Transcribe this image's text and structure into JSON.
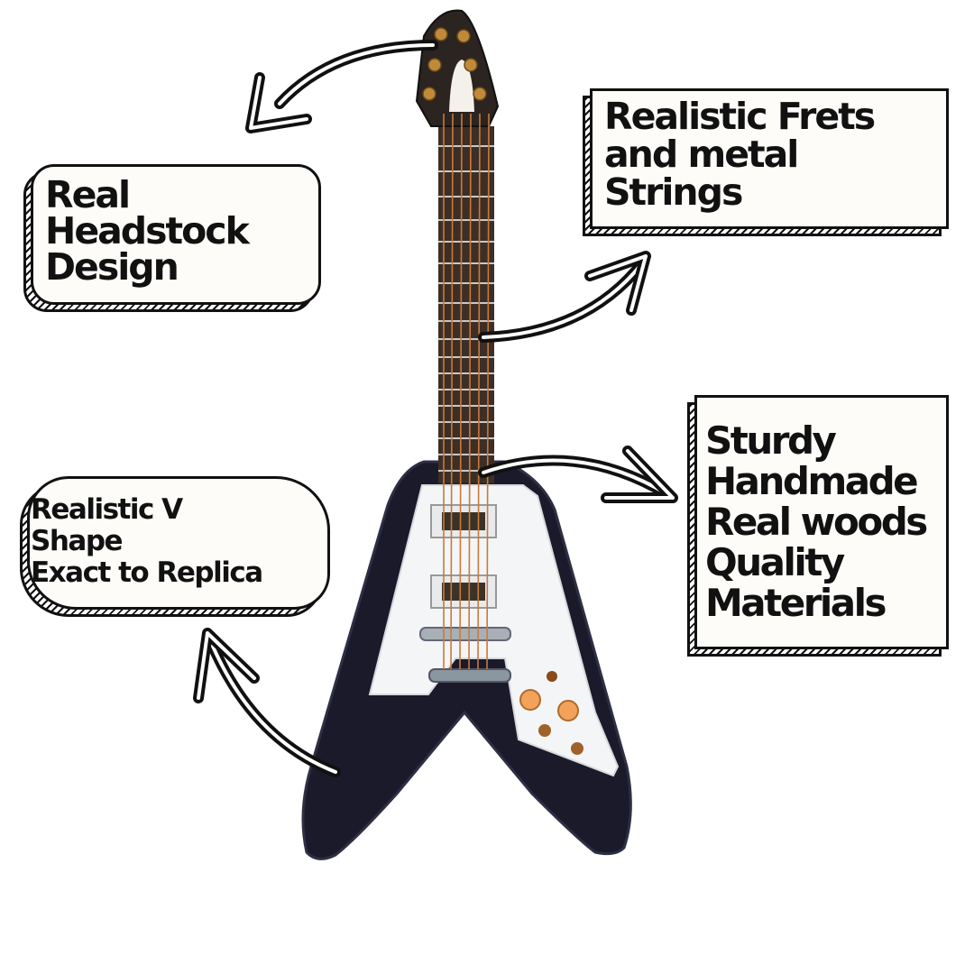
{
  "callouts": {
    "headstock": "Real\nHeadstock\nDesign",
    "frets": "Realistic Frets\nand metal\nStrings",
    "sturdy": "Sturdy\nHandmade\nReal woods\nQuality\nMaterials",
    "vshape": "Realistic V\nShape\nExact to Replica"
  },
  "colors": {
    "ink": "#111111",
    "body": "#1a1a2b",
    "pickguard": "#f4f5f7",
    "fretboard": "#3d2f26",
    "string": "#c97a3a",
    "knob": "#f2a25a"
  }
}
